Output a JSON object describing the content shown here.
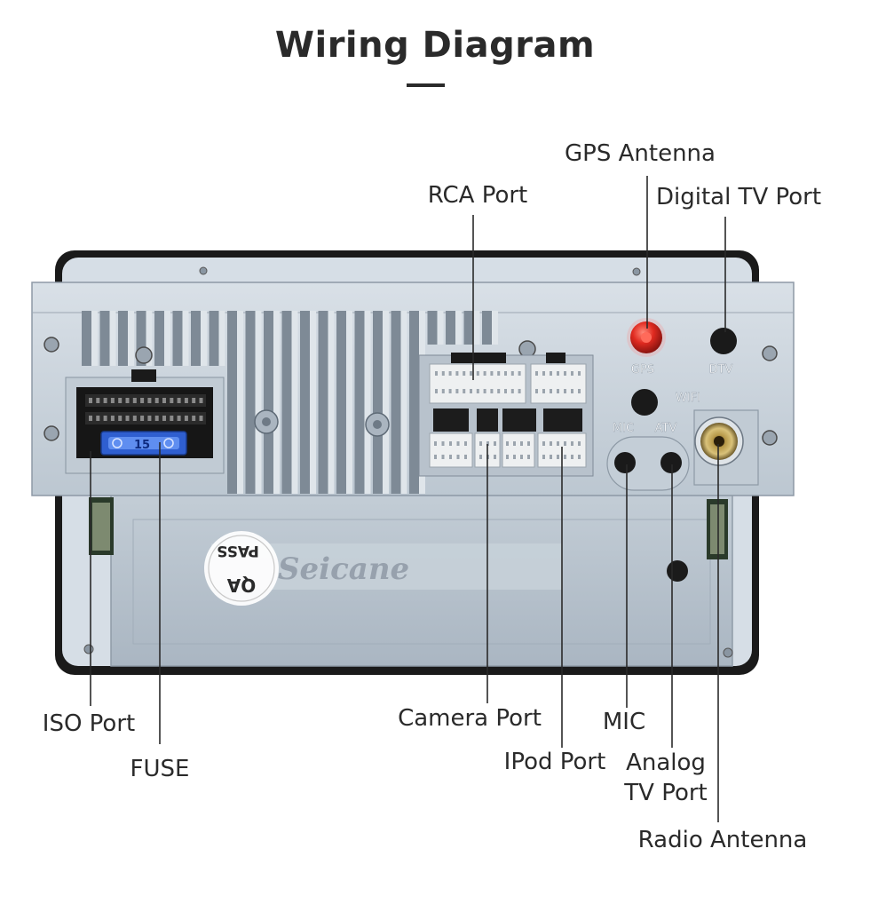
{
  "title": "Wiring Diagram",
  "unit_markings": {
    "gps": "GPS",
    "dtv": "DTV",
    "wifi": "WIFI",
    "mic": "MIC",
    "atv": "ATV",
    "fuse_rating": "15"
  },
  "brand": {
    "name": "Seicane",
    "qa_stamp_top": "PASS",
    "qa_stamp_bottom": "QA"
  },
  "callouts": {
    "gps_antenna": "GPS Antenna",
    "rca_port": "RCA Port",
    "digital_tv_port": "Digital TV Port",
    "iso_port": "ISO Port",
    "fuse": "FUSE",
    "camera_port": "Camera Port",
    "mic": "MIC",
    "ipod_port": "IPod Port",
    "analog_tv_port": "Analog\nTV Port",
    "radio_antenna": "Radio Antenna"
  },
  "colors": {
    "panel": "#c9d3dc",
    "chassis": "#b7c3cf",
    "connector_white": "#eef0f1",
    "connector_black": "#1c1c1c",
    "fuse_blue": "#2f5fd0",
    "gps_red": "#d7261e"
  }
}
